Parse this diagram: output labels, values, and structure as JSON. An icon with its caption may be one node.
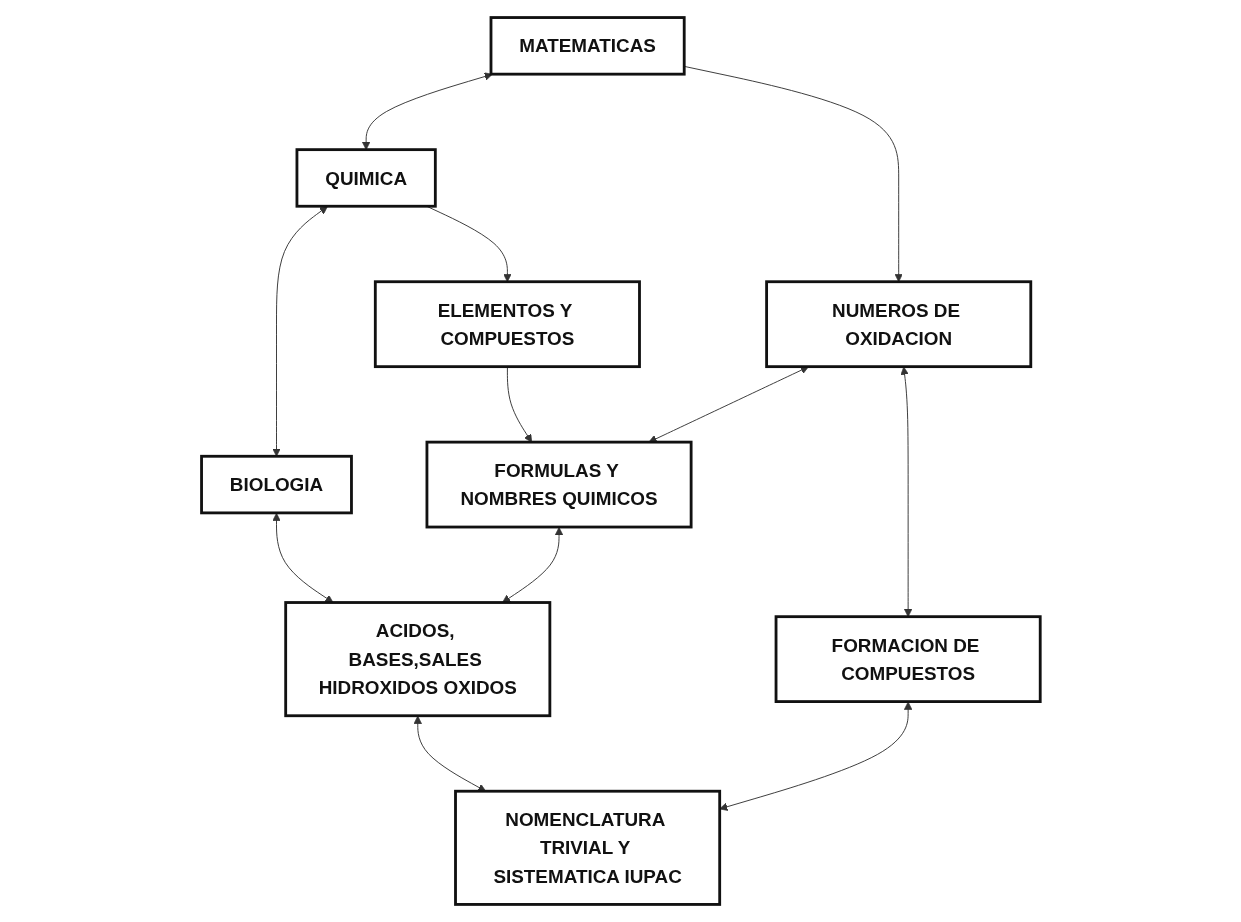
{
  "diagram": {
    "nodes": [
      {
        "text": [
          "MATEMATICAS"
        ]
      },
      {
        "text": [
          "QUIMICA"
        ]
      },
      {
        "text": [
          "BIOLOGIA"
        ]
      },
      {
        "text": [
          "ELEMENTOS Y COMPUESTOS"
        ]
      },
      {
        "text": [
          "NUMEROS DE OXIDACION"
        ]
      },
      {
        "text": [
          "FORMULAS Y NOMBRES QUIMICOS"
        ]
      },
      {
        "text": [
          "ACIDOS, BASES,SALES HIDROXIDOS OXIDOS"
        ]
      },
      {
        "text": [
          "FORMACION DE COMPUESTOS"
        ]
      },
      {
        "text": [
          "NOMENCLATURA TRIVIAL Y SISTEMATICA IUPAC"
        ]
      }
    ],
    "edges": [
      {
        "from": 0,
        "to": 1,
        "arrow": "both"
      },
      {
        "from": 1,
        "to": 2,
        "arrow": "both"
      },
      {
        "from": 1,
        "to": 3,
        "arrow": "to"
      },
      {
        "from": 0,
        "to": 4,
        "arrow": "to"
      },
      {
        "from": 3,
        "to": 5,
        "arrow": "to"
      },
      {
        "from": 2,
        "to": 6,
        "arrow": "both"
      },
      {
        "from": 4,
        "to": 5,
        "arrow": "both"
      },
      {
        "from": 5,
        "to": 6,
        "arrow": "both"
      },
      {
        "from": 4,
        "to": 7,
        "arrow": "both"
      },
      {
        "from": 6,
        "to": 8,
        "arrow": "both"
      },
      {
        "from": 7,
        "to": 8,
        "arrow": "both"
      }
    ]
  }
}
